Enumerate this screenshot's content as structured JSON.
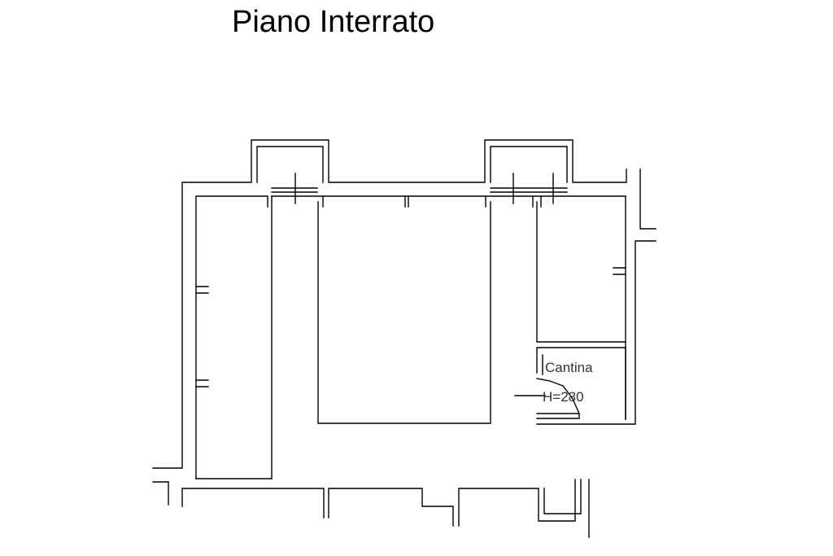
{
  "title": "Piano Interrato",
  "room": {
    "name": "Cantina",
    "height_label": "H=280"
  },
  "colors": {
    "background": "#ffffff",
    "lines": "#000000",
    "label_text": "#333333"
  }
}
